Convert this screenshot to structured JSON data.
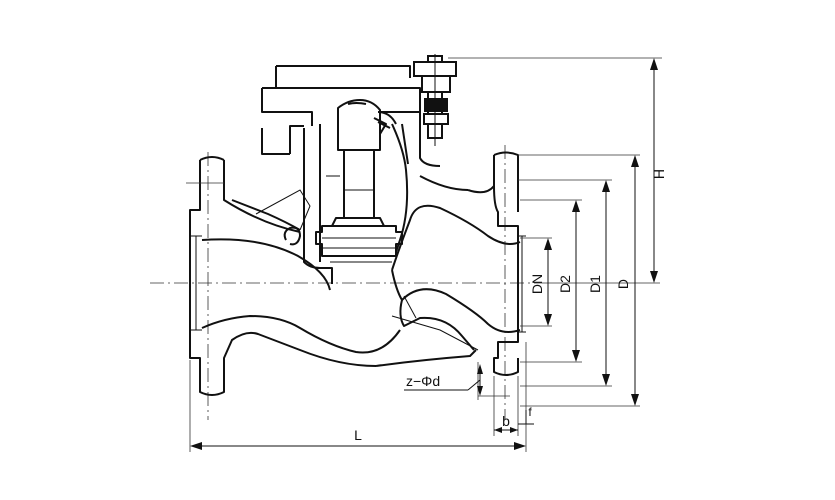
{
  "drawing": {
    "labels": {
      "length": "L",
      "height": "H",
      "nominal": "DN",
      "d2": "D2",
      "d1": "D1",
      "d": "D",
      "bolt_holes": "z−Φd",
      "flange_thickness": "b",
      "raised_face": "f"
    }
  }
}
